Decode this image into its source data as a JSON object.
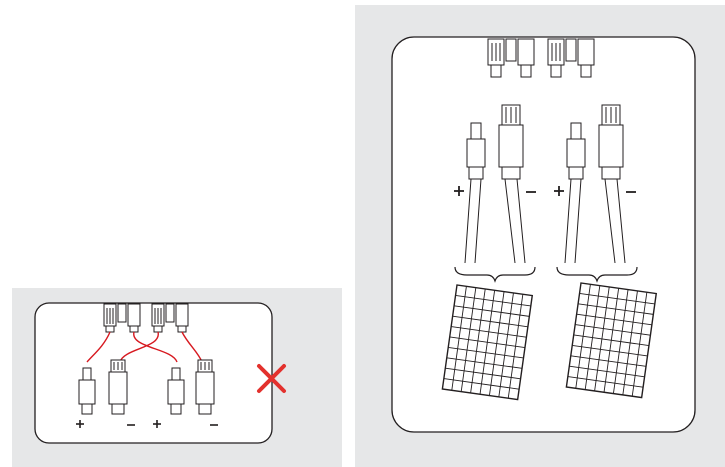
{
  "colors": {
    "panel_bg": "#e6e7e8",
    "card_bg": "#ffffff",
    "line": "#231f20",
    "wrong_wire": "#d71920",
    "cross": "#e3312d"
  },
  "icons": {
    "wrong_mark": "cross-mark-icon",
    "positive": "plus-sign-icon",
    "negative": "minus-sign-icon",
    "solar_panel": "solar-panel-icon",
    "connector": "mc4-connector-icon",
    "inverter_ports": "inverter-port-icon"
  },
  "wrong_example": {
    "connector_pairs": 2,
    "status": "incorrect"
  },
  "right_example": {
    "connector_pairs": 2,
    "solar_panels": 2,
    "status": "correct"
  }
}
